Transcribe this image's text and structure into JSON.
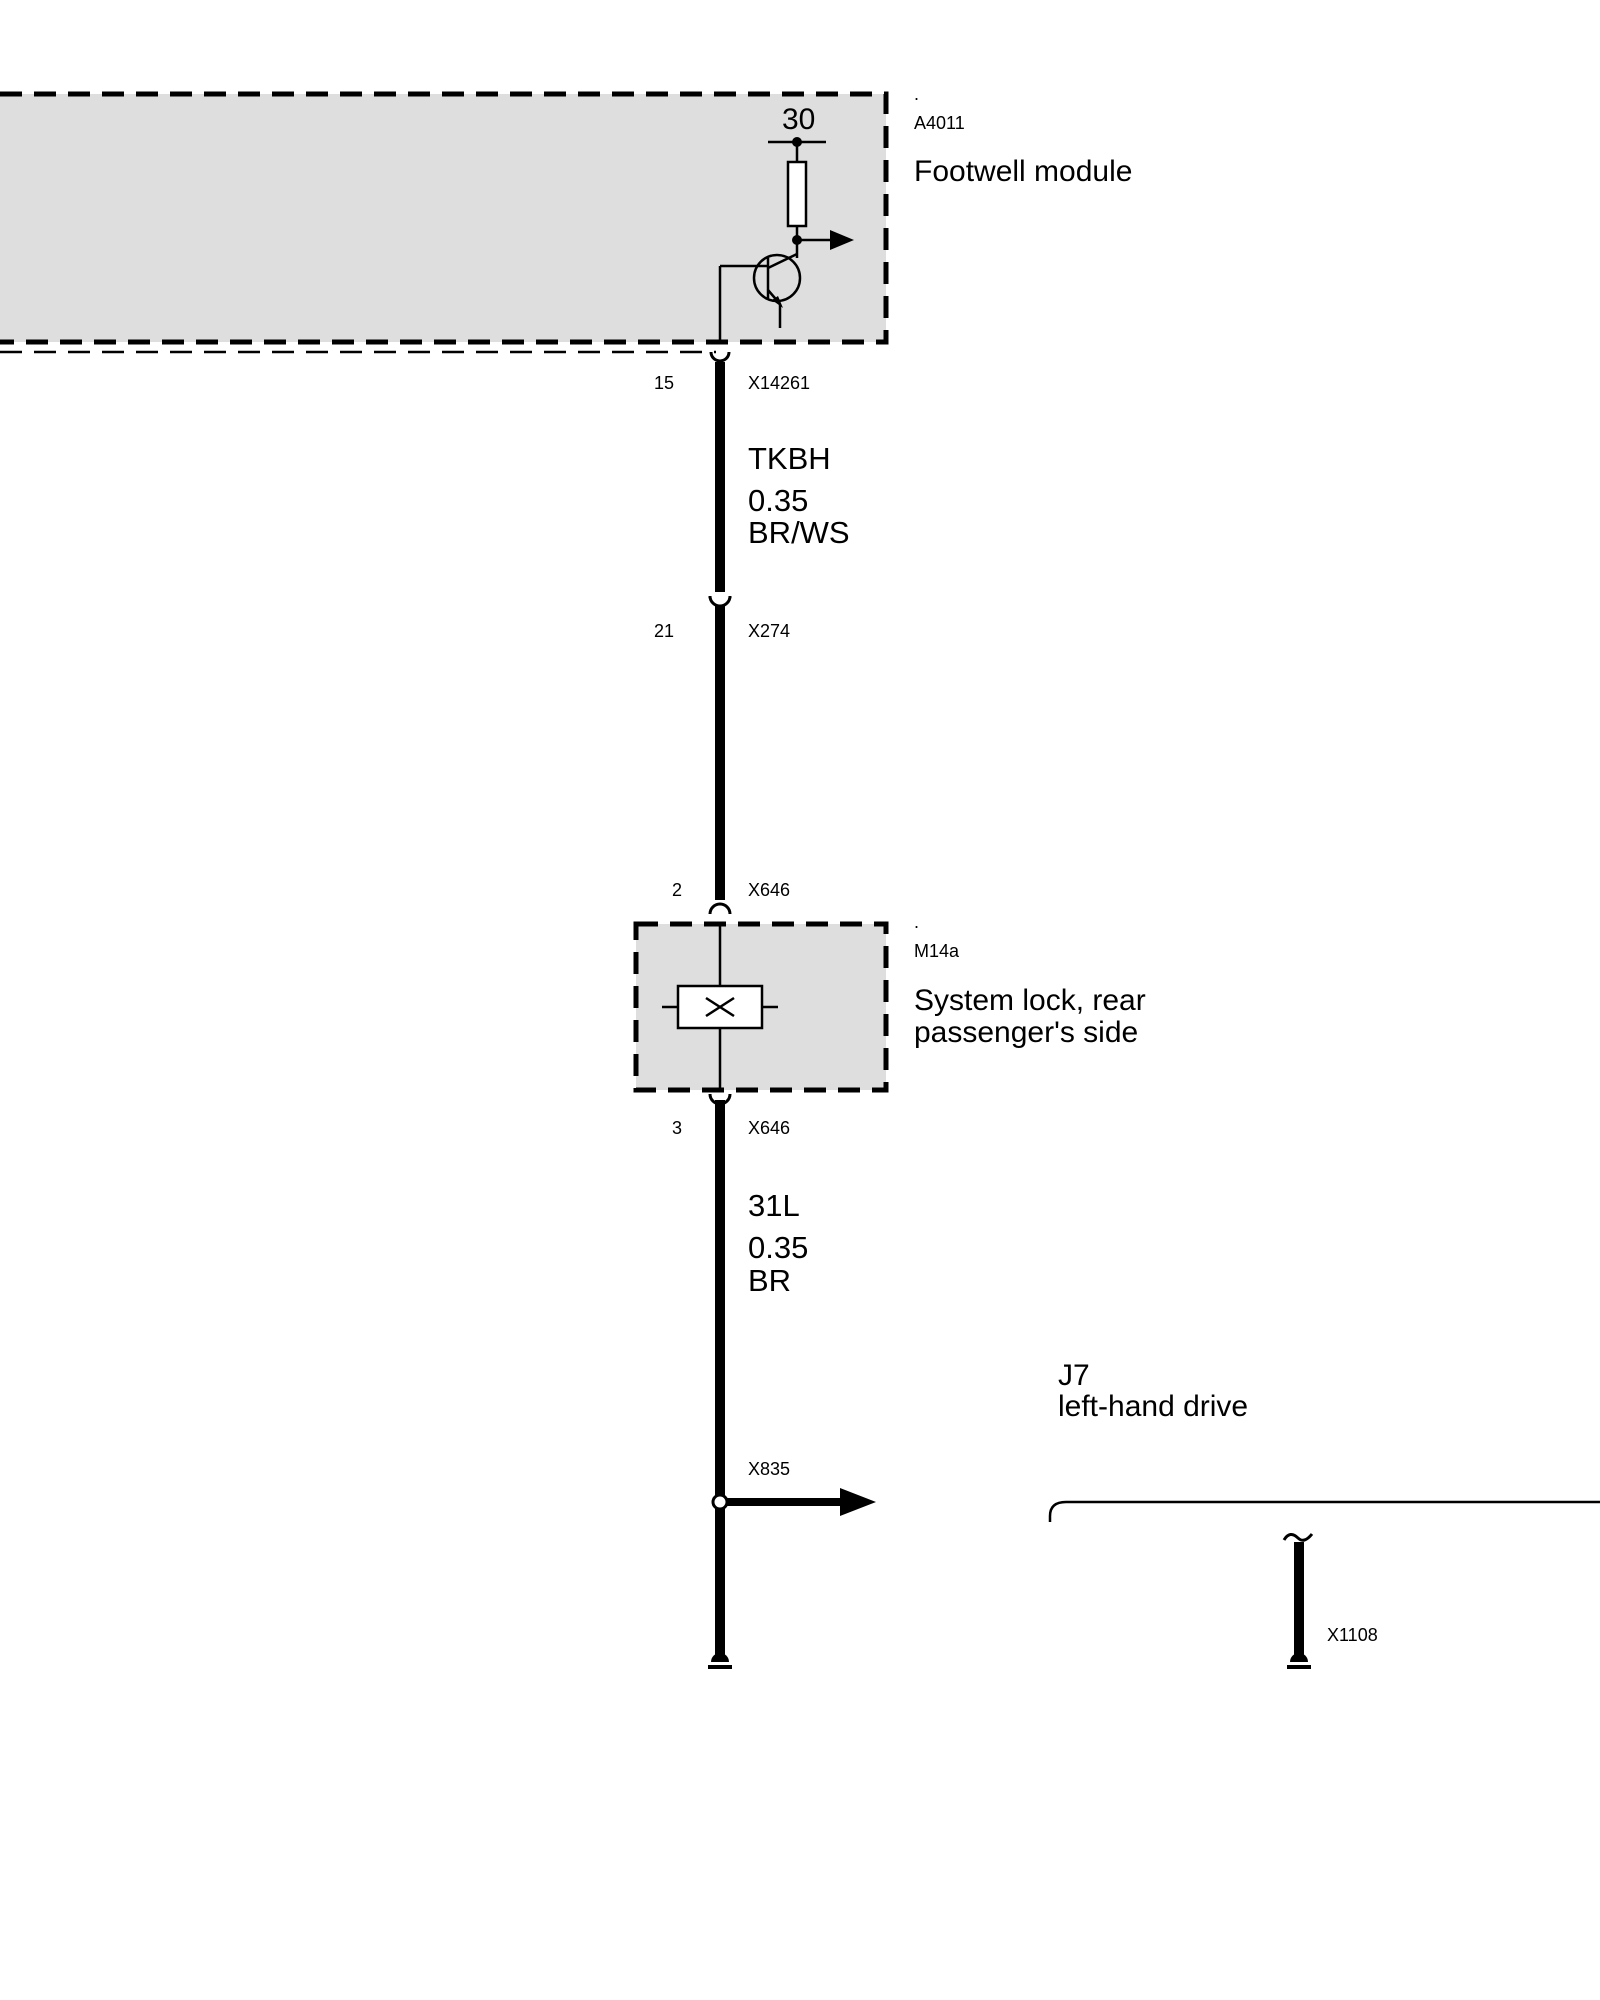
{
  "modules": {
    "footwell": {
      "dot": ".",
      "ref": "A4011",
      "name": "Footwell module",
      "supply_terminal": "30"
    },
    "system_lock": {
      "dot": ".",
      "ref": "M14a",
      "name_line1": "System lock, rear",
      "name_line2": "passenger's side"
    }
  },
  "connectors": {
    "x14261": {
      "pin": "15",
      "name": "X14261"
    },
    "x274": {
      "pin": "21",
      "name": "X274"
    },
    "x646_top": {
      "pin": "2",
      "name": "X646"
    },
    "x646_bottom": {
      "pin": "3",
      "name": "X646"
    },
    "x835": {
      "name": "X835"
    },
    "x1108": {
      "name": "X1108"
    }
  },
  "wires": {
    "upper": {
      "signal": "TKBH",
      "gauge": "0.35",
      "color_code": "BR/WS"
    },
    "lower": {
      "signal": "31L",
      "gauge": "0.35",
      "color_code": "BR"
    }
  },
  "variant": {
    "code": "J7",
    "description": "left-hand drive"
  }
}
